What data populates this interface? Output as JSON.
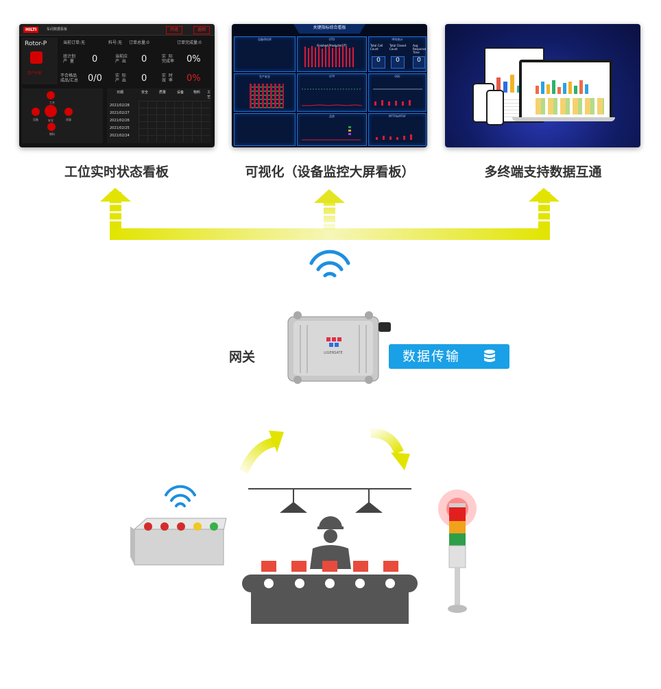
{
  "captions": {
    "left": "工位实时状态看板",
    "middle": "可视化（设备监控大屏看板）",
    "right": "多终端支持数据互通"
  },
  "gateway": {
    "label": "网关",
    "button": "数据传输",
    "device_brand": "LIGENSATE"
  },
  "panel1": {
    "logo": "HILTI",
    "title": "车间数据看板",
    "btn_start": "开班",
    "btn_back": "返回",
    "station": "Rotor-P",
    "plan": "生产计划",
    "order": "当前订单:无",
    "material": "料号:无",
    "order_total": "订单总量:0",
    "order_done": "订单完成量:0",
    "stats": [
      {
        "label": "班计划\n产  量",
        "value": "0"
      },
      {
        "label": "当前应\n产  出",
        "value": "0"
      },
      {
        "label": "实  际\n完成率",
        "value": "0%"
      },
      {
        "label": "不合格品\n成品/汇总",
        "value": "0/0"
      },
      {
        "label": "实  际\n产  出",
        "value": "0"
      },
      {
        "label": "实  时\n效  率",
        "value": "0%"
      }
    ],
    "dial": {
      "top": "工艺",
      "left": "设备",
      "center": "安全",
      "right": "质量",
      "bottom": "物料"
    },
    "table_headers": [
      "日期",
      "安全",
      "质量",
      "设备",
      "物料",
      "工艺"
    ],
    "table_dates": [
      "2021/02/28",
      "2021/02/27",
      "2021/02/26",
      "2021/02/25",
      "2021/02/24"
    ]
  },
  "panel2": {
    "title": "关键指标综合看板",
    "boxes": [
      "设备停机率",
      "OTD",
      "呼叫统计",
      "生产安全",
      "OTP",
      "OEE",
      "品质",
      "MTTR&MTBF"
    ],
    "otd_sub": "Finished Products(UT)",
    "kpi_labels": [
      "Total Call\nCount",
      "Total Closed\nCount",
      "Avg\nResponse\nTime"
    ],
    "kpi_values": [
      "0",
      "0",
      "0"
    ]
  },
  "colors": {
    "arrow_yellow": "#e2e400",
    "accent_blue": "#1aa0e6",
    "wifi_blue": "#1c8fe0",
    "hilti_red": "#d40000"
  }
}
